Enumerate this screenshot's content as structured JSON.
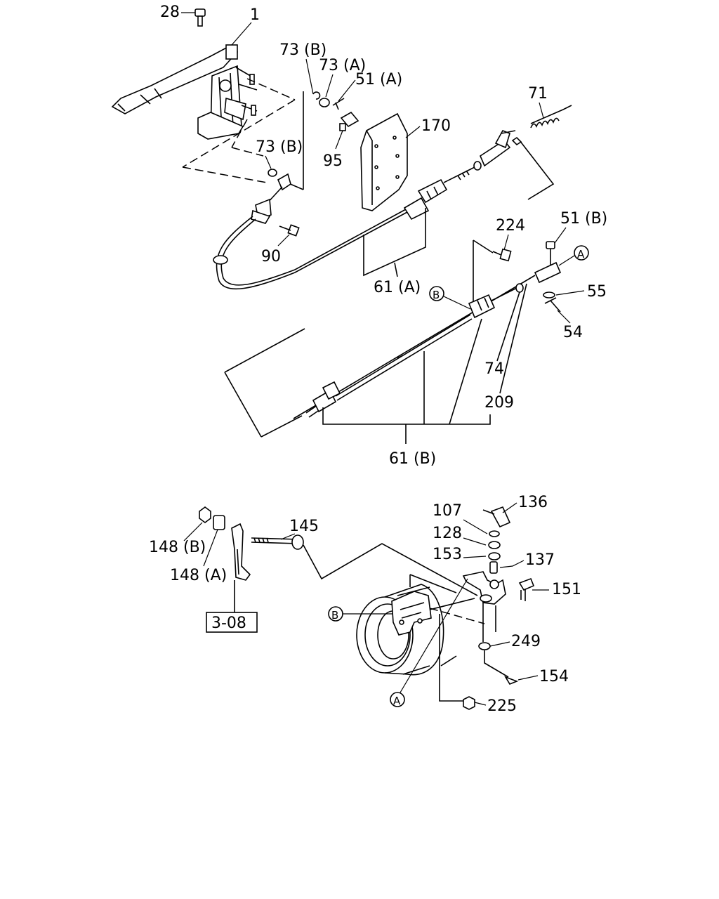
{
  "labels": {
    "p28": "28",
    "p1": "1",
    "p73b_top": "73 (B)",
    "p73a": "73 (A)",
    "p51a": "51 (A)",
    "p95": "95",
    "p170": "170",
    "p71": "71",
    "p73b_mid": "73 (B)",
    "p90": "90",
    "p61a": "61 (A)",
    "p224": "224",
    "p51b": "51 (B)",
    "p55": "55",
    "p54": "54",
    "p74": "74",
    "p209": "209",
    "p61b": "61 (B)",
    "p145": "145",
    "p148b": "148 (B)",
    "p148a": "148 (A)",
    "p308": "3-08",
    "p107": "107",
    "p136": "136",
    "p128": "128",
    "p153": "153",
    "p137": "137",
    "p151": "151",
    "p249": "249",
    "p154": "154",
    "p225": "225"
  },
  "markers": {
    "a_upper": "A",
    "b_upper": "B",
    "b_lower": "B",
    "a_lower": "A"
  }
}
